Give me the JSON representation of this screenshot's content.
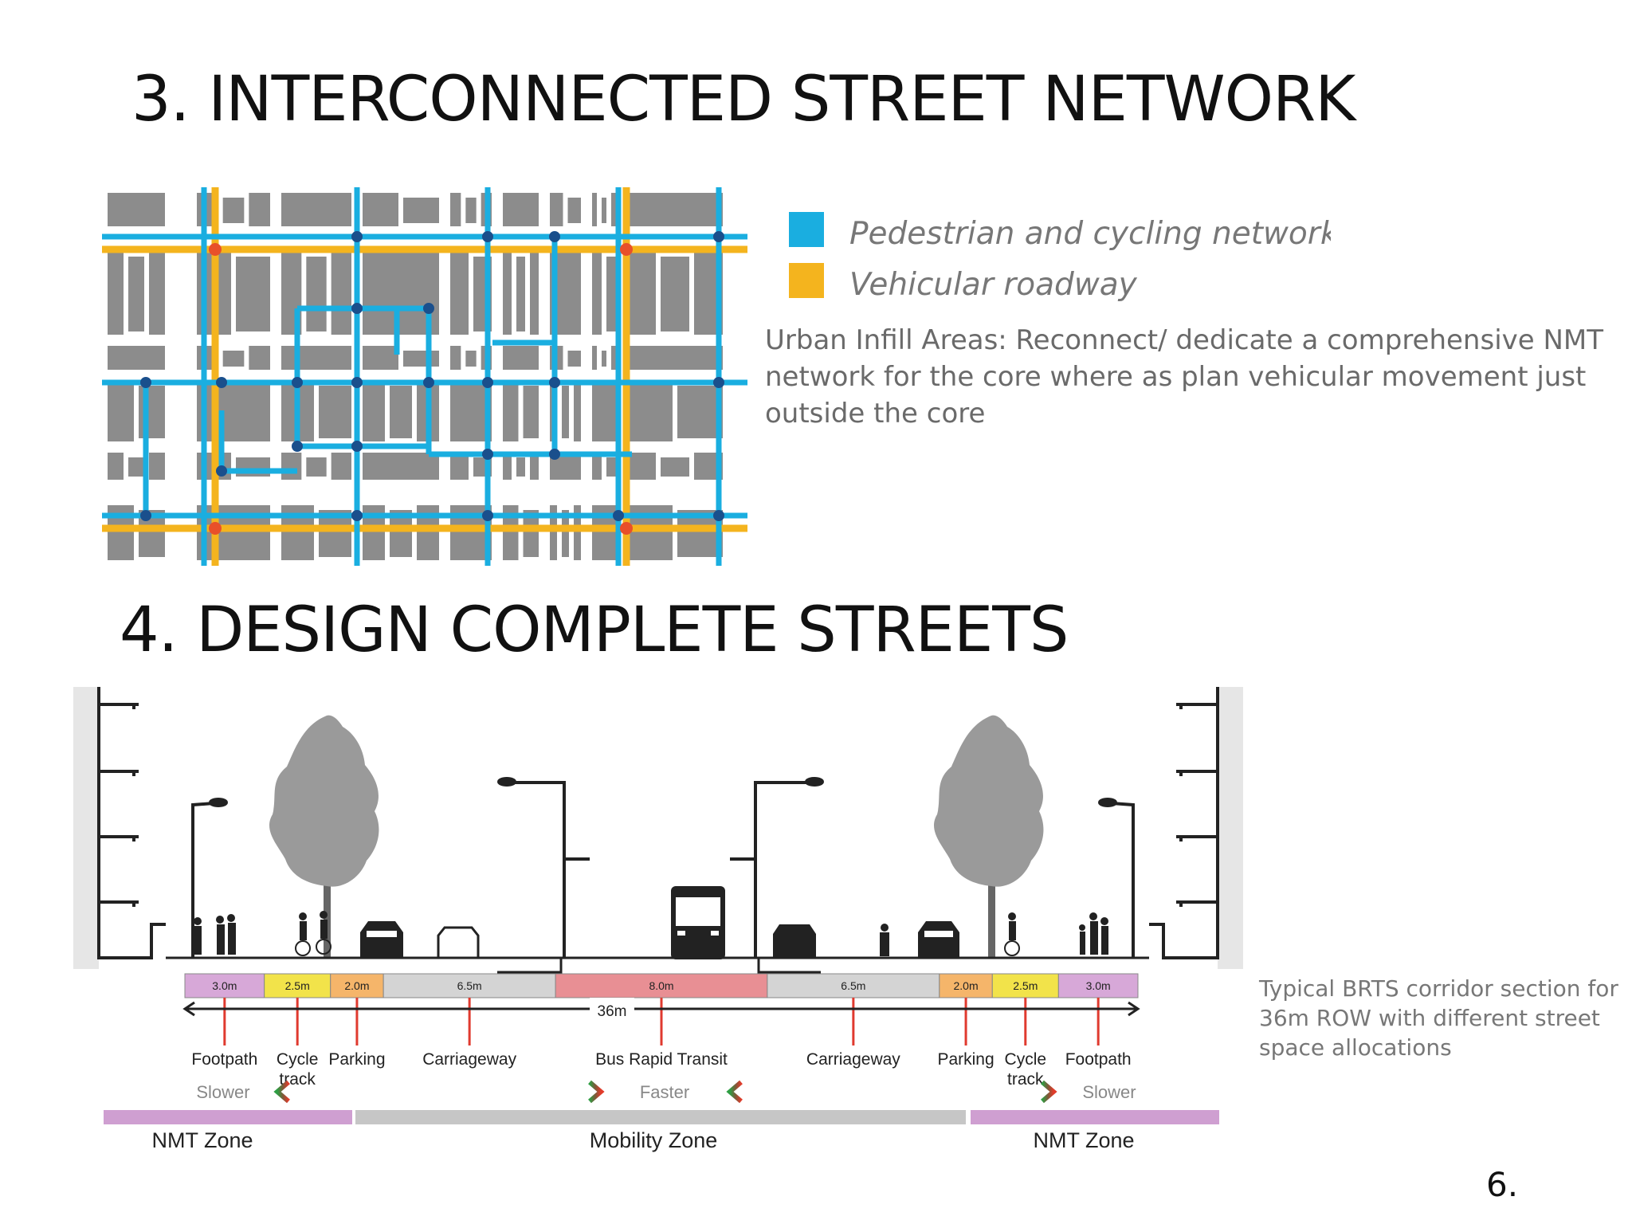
{
  "slide": {
    "heading_3": "3. INTERCONNECTED STREET NETWORK",
    "heading_4": "4. DESIGN COMPLETE STREETS",
    "page_number": "6."
  },
  "network_map": {
    "legend": [
      {
        "label": "Pedestrian and cycling network",
        "color": "#1aaee0"
      },
      {
        "label": "Vehicular roadway",
        "color": "#f4b41e"
      }
    ],
    "description": "Urban Infill Areas: Reconnect/ dedicate a comprehensive NMT network for the core where as plan vehicular movement just outside the core"
  },
  "street_section": {
    "total_width": "36m",
    "segments": [
      {
        "width": "3.0m",
        "color": "#d7a8d8",
        "label_lines": [
          "Footpath"
        ]
      },
      {
        "width": "2.5m",
        "color": "#f2e34a",
        "label_lines": [
          "Cycle",
          "track"
        ]
      },
      {
        "width": "2.0m",
        "color": "#f5b56a",
        "label_lines": [
          "Parking"
        ]
      },
      {
        "width": "6.5m",
        "color": "#d4d4d4",
        "label_lines": [
          "Carriageway"
        ]
      },
      {
        "width": "8.0m",
        "color": "#e88f94",
        "label_lines": [
          "Bus Rapid Transit"
        ]
      },
      {
        "width": "6.5m",
        "color": "#d4d4d4",
        "label_lines": [
          "Carriageway"
        ]
      },
      {
        "width": "2.0m",
        "color": "#f5b56a",
        "label_lines": [
          "Parking"
        ]
      },
      {
        "width": "2.5m",
        "color": "#f2e34a",
        "label_lines": [
          "Cycle",
          "track"
        ]
      },
      {
        "width": "3.0m",
        "color": "#d7a8d8",
        "label_lines": [
          "Footpath"
        ]
      }
    ],
    "speed_labels": {
      "left": "Slower",
      "center": "Faster",
      "right": "Slower"
    },
    "zones": [
      {
        "label": "NMT Zone",
        "color": "#cf9fd1"
      },
      {
        "label": "Mobility Zone",
        "color": "#c6c6c6"
      },
      {
        "label": "NMT Zone",
        "color": "#cf9fd1"
      }
    ],
    "caption": "Typical BRTS corridor section for 36m ROW with different street space allocations"
  }
}
